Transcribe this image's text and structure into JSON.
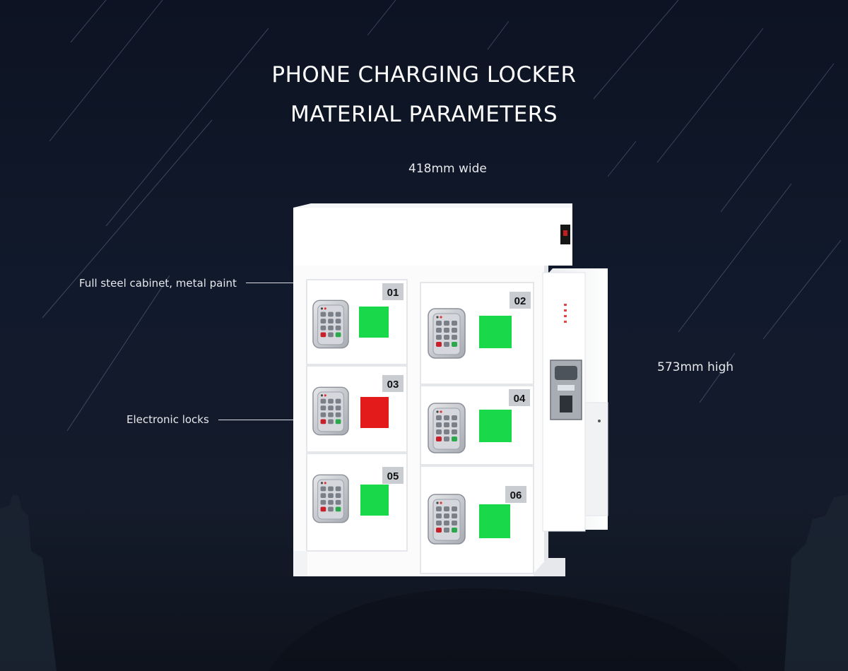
{
  "title": {
    "line1": "PHONE CHARGING LOCKER",
    "line2": "MATERIAL PARAMETERS"
  },
  "dimensions": {
    "width_label": "418mm wide",
    "height_label": "573mm high"
  },
  "callouts": {
    "cabinet": "Full steel cabinet, metal paint",
    "locks": "Electronic locks"
  },
  "compartments": [
    {
      "number": "01",
      "status_color": "#19d94a"
    },
    {
      "number": "02",
      "status_color": "#19d94a"
    },
    {
      "number": "03",
      "status_color": "#e31b1b"
    },
    {
      "number": "04",
      "status_color": "#19d94a"
    },
    {
      "number": "05",
      "status_color": "#19d94a"
    },
    {
      "number": "06",
      "status_color": "#19d94a"
    }
  ],
  "colors": {
    "background": "#111a2c",
    "cabinet": "#ffffff",
    "available": "#19d94a",
    "occupied": "#e31b1b"
  }
}
